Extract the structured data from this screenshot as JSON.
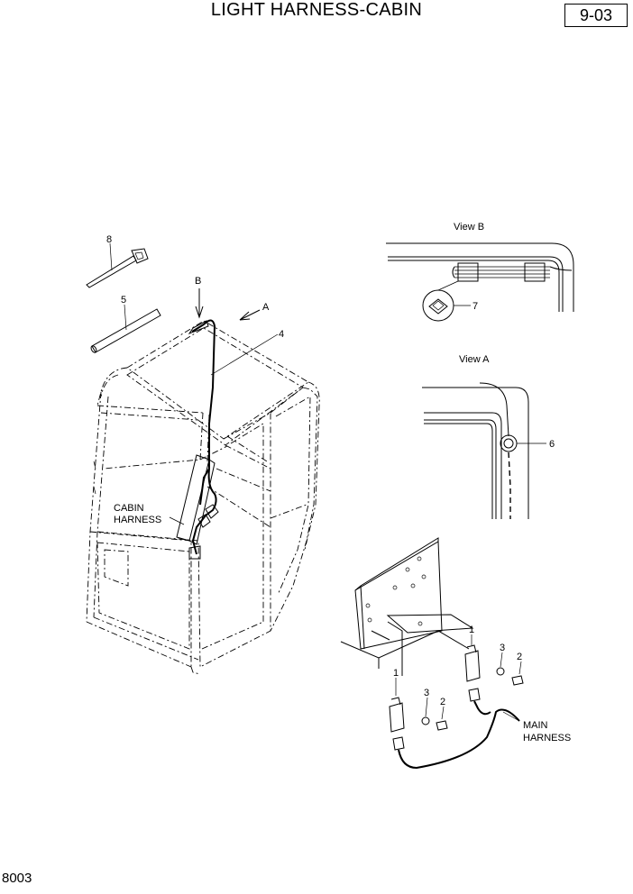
{
  "header": {
    "title": "LIGHT HARNESS-CABIN",
    "page_code": "9-03"
  },
  "footer": {
    "sheet_number": "8003"
  },
  "views": {
    "view_b": "View B",
    "view_a": "View A"
  },
  "labels": {
    "arrow_a": "A",
    "arrow_b": "B",
    "cabin_harness_line1": "CABIN",
    "cabin_harness_line2": "HARNESS",
    "main_harness_line1": "MAIN",
    "main_harness_line2": "HARNESS"
  },
  "callouts": {
    "p1a": "1",
    "p1b": "1",
    "p2a": "2",
    "p2b": "2",
    "p3a": "3",
    "p3b": "3",
    "p4": "4",
    "p5": "5",
    "p6": "6",
    "p7": "7",
    "p8": "8"
  }
}
